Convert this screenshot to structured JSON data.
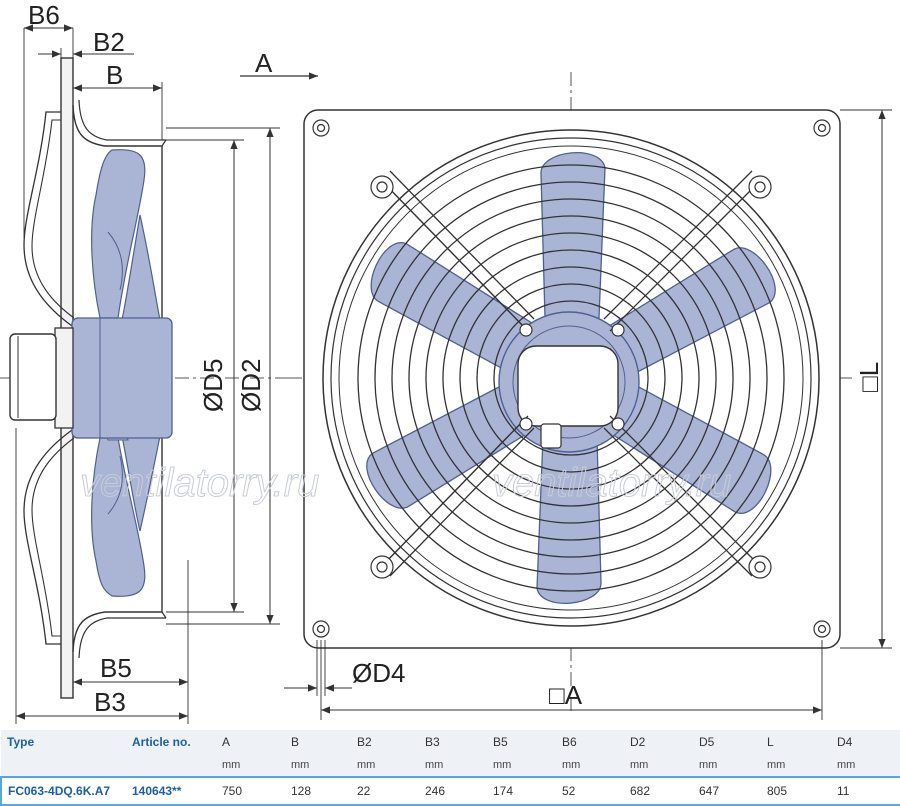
{
  "labels": {
    "B6": "B6",
    "B2": "B2",
    "B": "B",
    "A_view": "A",
    "D5": "ØD5",
    "D2": "ØD2",
    "L": "□L",
    "D4": "ØD4",
    "A_square": "□A",
    "B5": "B5",
    "B3": "B3"
  },
  "watermark": "ventilatorry.ru",
  "table": {
    "headers": [
      "Type",
      "Article no.",
      "A",
      "B",
      "B2",
      "B3",
      "B5",
      "B6",
      "D2",
      "D5",
      "L",
      "D4"
    ],
    "units": [
      "",
      "",
      "mm",
      "mm",
      "mm",
      "mm",
      "mm",
      "mm",
      "mm",
      "mm",
      "mm",
      "mm"
    ],
    "rows": [
      [
        "FC063-4DQ.6K.A7",
        "140643**",
        "750",
        "128",
        "22",
        "246",
        "174",
        "52",
        "682",
        "647",
        "805",
        "11"
      ]
    ]
  },
  "colors": {
    "blade_fill": "#aab5d6",
    "blade_stroke": "#4e5f93",
    "line": "#333333",
    "header_bg": "#eef1f6",
    "highlight": "#58a6dc",
    "key_text": "#1a5fa8"
  }
}
